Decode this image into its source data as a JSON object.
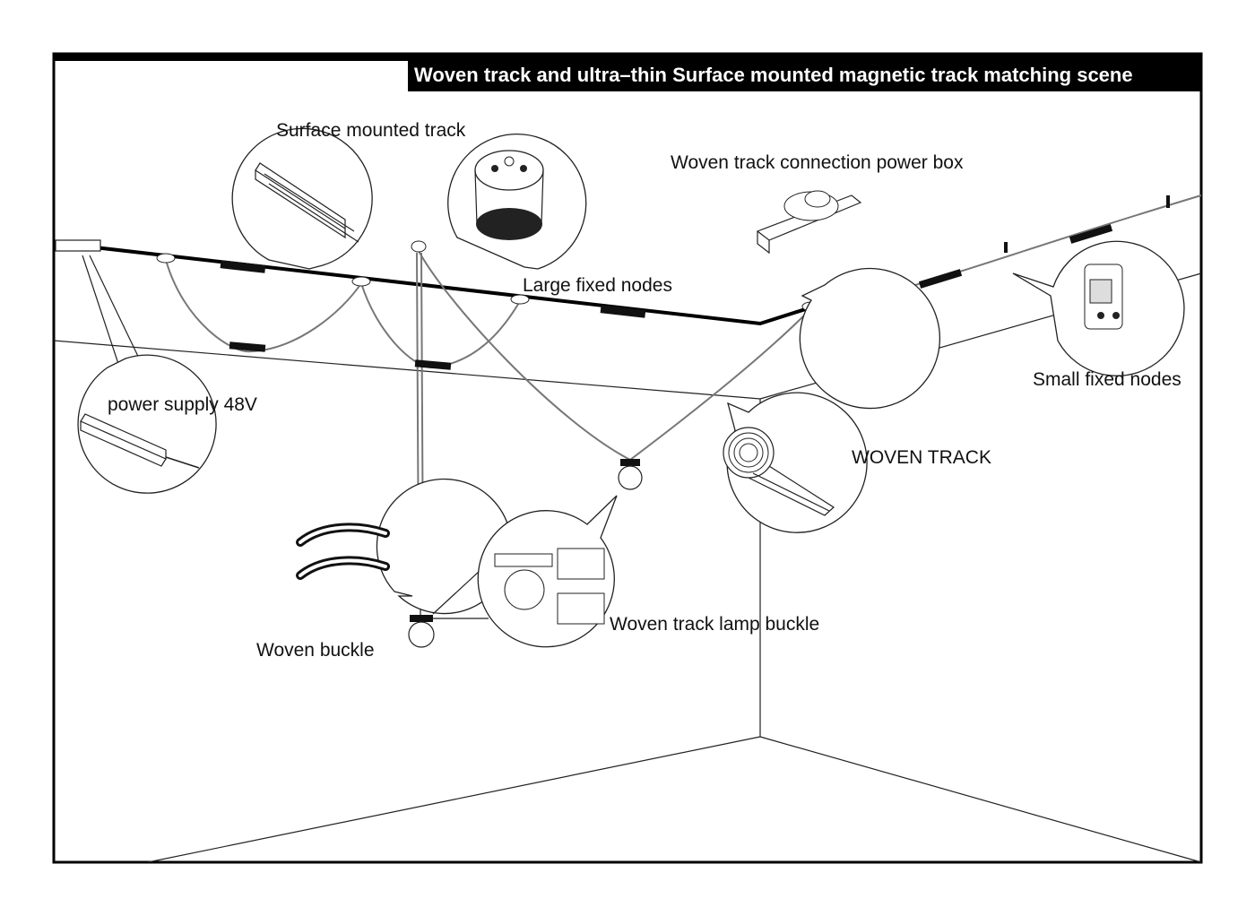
{
  "title": "Woven track and ultra–thin Surface mounted magnetic track matching scene",
  "labels": {
    "surface_mounted_track": "Surface mounted track",
    "woven_track_connection_power_box": "Woven track connection power box",
    "large_fixed_nodes": "Large fixed nodes",
    "small_fixed_nodes": "Small fixed nodes",
    "power_supply": "power supply 48V",
    "woven_track": "WOVEN TRACK",
    "woven_buckle": "Woven buckle",
    "woven_track_lamp_buckle": "Woven track lamp buckle"
  },
  "colors": {
    "title_bar": "#000000",
    "title_text": "#ffffff",
    "line": "#222222",
    "cable": "#777777"
  }
}
